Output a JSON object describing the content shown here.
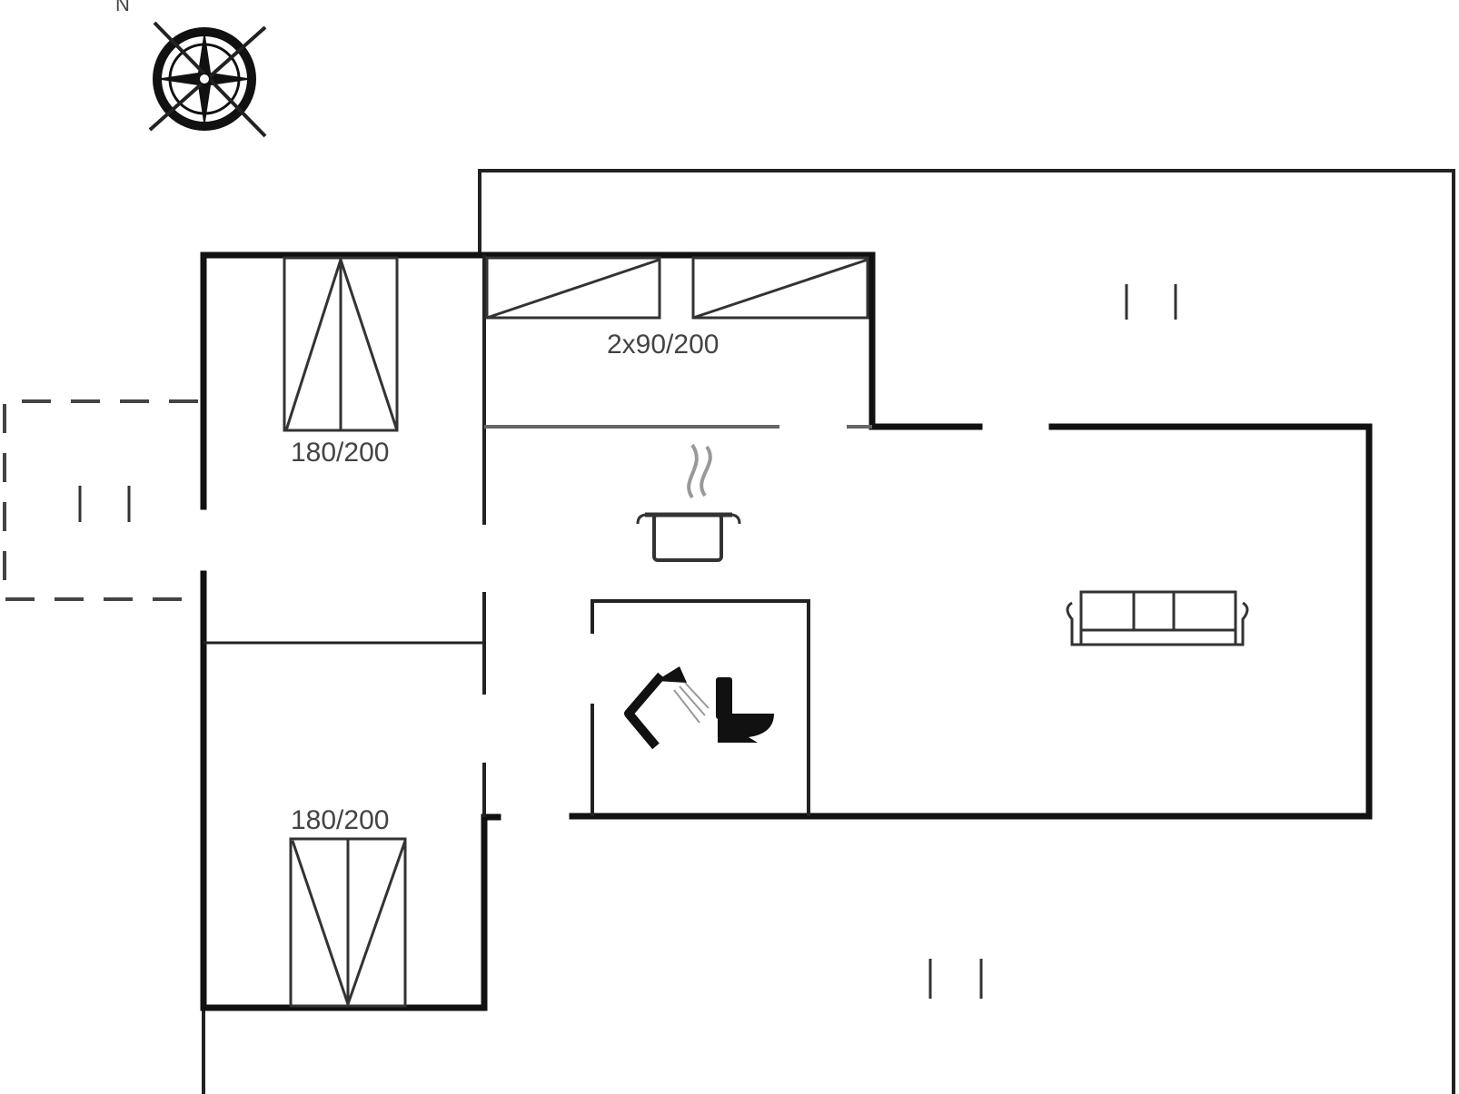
{
  "compass": {
    "north_letter": "N",
    "icon": "compass-rose-icon"
  },
  "beds": [
    {
      "label": "180/200"
    },
    {
      "label": "2x90/200"
    },
    {
      "label": "180/200"
    }
  ],
  "icons": [
    "compass-rose-icon",
    "pot-icon",
    "shower-icon",
    "toilet-icon",
    "sofa-icon",
    "door-opening-icon"
  ]
}
